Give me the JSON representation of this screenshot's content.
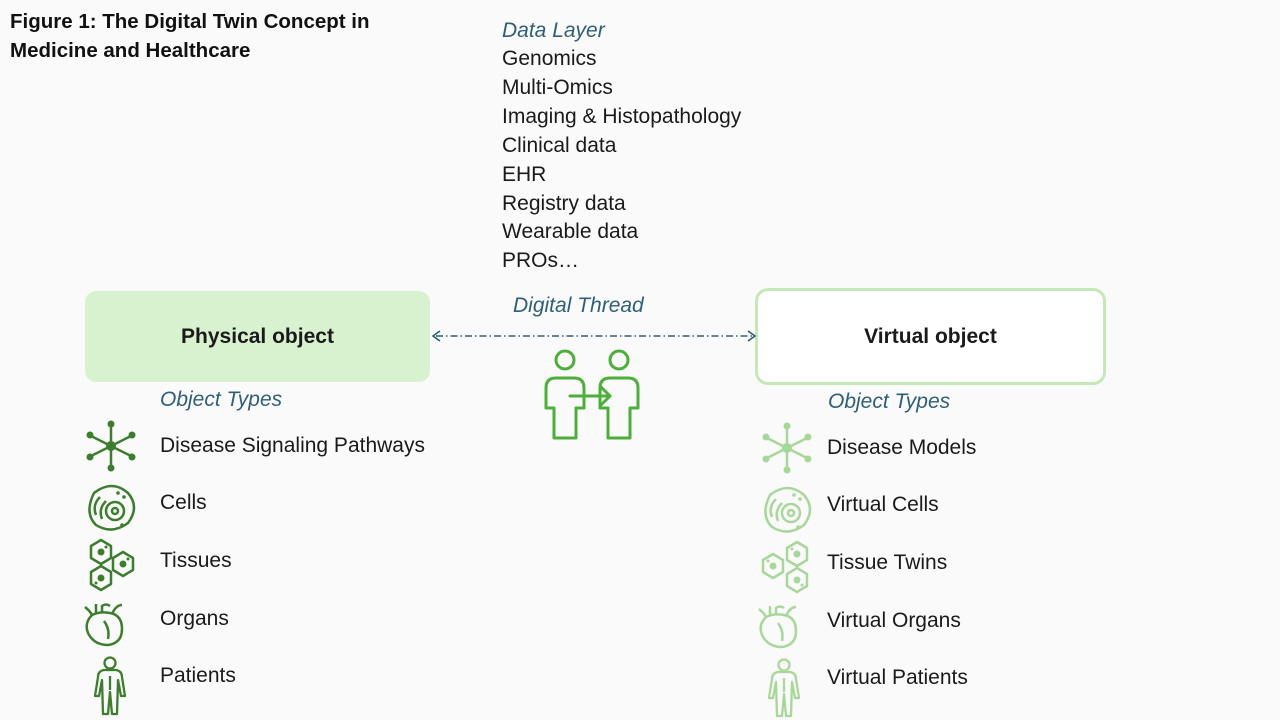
{
  "figure": {
    "title": "Figure 1: The Digital Twin Concept in Medicine and Healthcare"
  },
  "data_layer": {
    "heading": "Data Layer",
    "items": [
      "Genomics",
      "Multi-Omics",
      "Imaging & Histopathology",
      "Clinical data",
      "EHR",
      "Registry data",
      "Wearable data",
      "PROs…"
    ]
  },
  "digital_thread": {
    "label": "Digital Thread"
  },
  "physical": {
    "box_label": "Physical object",
    "types_heading": "Object Types",
    "items": [
      {
        "label": "Disease Signaling Pathways",
        "icon": "network-icon"
      },
      {
        "label": "Cells",
        "icon": "cell-icon"
      },
      {
        "label": "Tissues",
        "icon": "tissue-icon"
      },
      {
        "label": "Organs",
        "icon": "heart-icon"
      },
      {
        "label": "Patients",
        "icon": "person-icon"
      }
    ]
  },
  "virtual": {
    "box_label": "Virtual object",
    "types_heading": "Object Types",
    "items": [
      {
        "label": "Disease Models",
        "icon": "network-icon"
      },
      {
        "label": "Virtual Cells",
        "icon": "cell-icon"
      },
      {
        "label": "Tissue Twins",
        "icon": "tissue-icon"
      },
      {
        "label": "Virtual Organs",
        "icon": "heart-icon"
      },
      {
        "label": "Virtual Patients",
        "icon": "person-icon"
      }
    ]
  },
  "colors": {
    "physical_icon": "#3d7d2e",
    "virtual_icon": "#a8d79a",
    "arrow": "#2f5f78",
    "twin_icon": "#4caf3a"
  }
}
